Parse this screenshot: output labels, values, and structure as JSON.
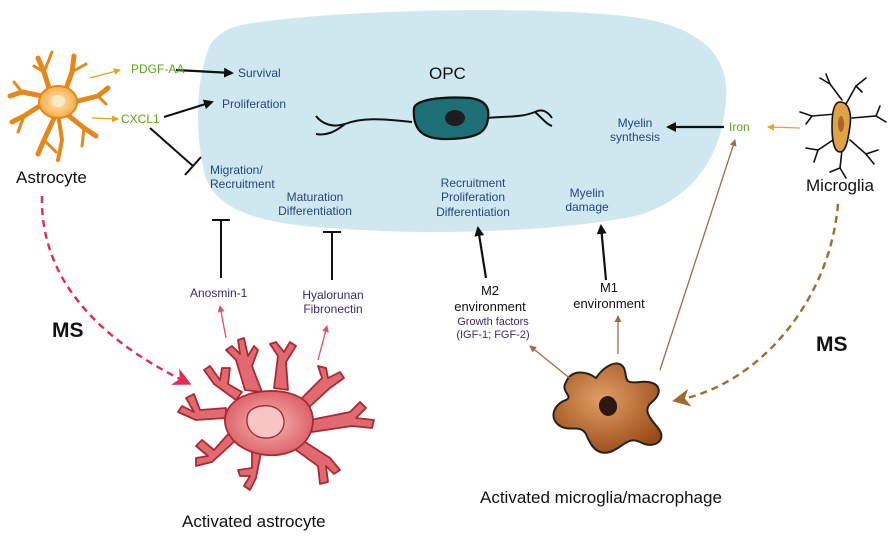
{
  "opc": {
    "title": "OPC"
  },
  "cells": {
    "astrocyte": "Astrocyte",
    "microglia": "Microglia",
    "activated_astrocyte": "Activated astrocyte",
    "activated_microglia": "Activated microglia/macrophage"
  },
  "factors": {
    "pdgf_aa": "PDGF-AA",
    "cxcl1": "CXCL1",
    "iron": "Iron",
    "anosmin": "Anosmin-1",
    "hyalorunan": "Hyalorunan",
    "fibronectin": "Fibronectin",
    "m2_line1": "M2",
    "m2_line2": "environment",
    "growth_line1": "Growth factors",
    "growth_line2": "(IGF-1; FGF-2)",
    "m1_line1": "M1",
    "m1_line2": "environment"
  },
  "processes": {
    "survival": "Survival",
    "proliferation": "Proliferation",
    "migration_line1": "Migration/",
    "migration_line2": "Recruitment",
    "maturation_line1": "Maturation",
    "maturation_line2": "Differentiation",
    "recruitment_line1": "Recruitment",
    "recruitment_line2": "Proliferation",
    "recruitment_line3": "Differentiation",
    "myelin_damage_line1": "Myelin",
    "myelin_damage_line2": "damage",
    "myelin_synthesis_line1": "Myelin",
    "myelin_synthesis_line2": "synthesis"
  },
  "ms_left": "MS",
  "ms_right": "MS",
  "colors": {
    "opc_region": "#cfe8ef",
    "opc_cell": "#1b6f75",
    "astrocyte": "#f3a233",
    "activated_astrocyte": "#d9545b",
    "microglia_body": "#e0a247",
    "macrophage": "#a2521c",
    "ms_left_arrow": "#e22a55",
    "ms_right_arrow": "#a06a2c",
    "factor_arrow_yellow": "#e7a21f",
    "factor_arrow_brown": "#a06a48",
    "factor_arrow_pink": "#df4e6a"
  }
}
